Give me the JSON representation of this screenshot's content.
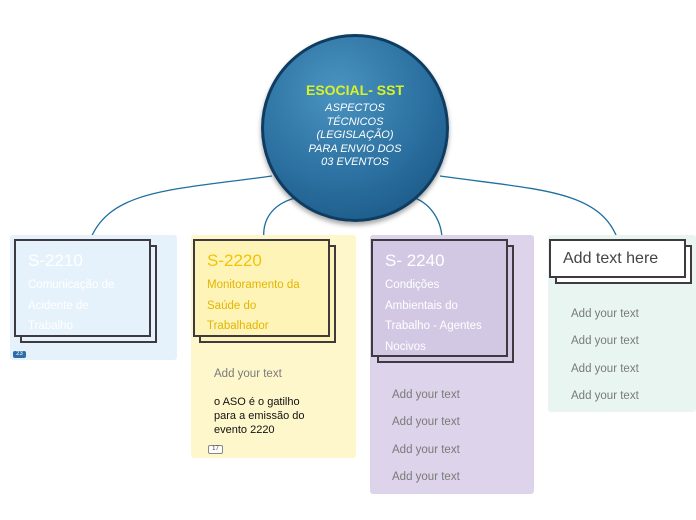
{
  "central": {
    "title": "ESOCIAL- SST",
    "subtitle_lines": [
      "ASPECTOS",
      "TÉCNICOS",
      "(LEGISLAÇÃO)",
      "PARA ENVIO DOS",
      "03 EVENTOS"
    ]
  },
  "branches": [
    {
      "code": "S-2210",
      "description_lines": [
        "Comunicação de",
        "Acidente de",
        "Trabalho"
      ],
      "badge": "23",
      "children": []
    },
    {
      "code": "S-2220",
      "description_lines": [
        "Monitoramento da",
        "Saúde do",
        "Trabalhador"
      ],
      "badge": "17",
      "children": [
        "Add your text"
      ],
      "note_lines": [
        "o ASO é o gatilho",
        "para a emissão do",
        "evento 2220"
      ]
    },
    {
      "code": "S- 2240",
      "description_lines": [
        "Condições",
        "Ambientais do",
        "Trabalho - Agentes",
        "Nocivos"
      ],
      "children": [
        "Add your text",
        "Add your text",
        "Add your text",
        "Add your text"
      ]
    },
    {
      "code": "Add text here",
      "description_lines": [],
      "children": [
        "Add your text",
        "Add your text",
        "Add your text",
        "Add your text"
      ]
    }
  ],
  "colors": {
    "circle_gradient_inner": "#4a93c0",
    "circle_gradient_outer": "#154f7c",
    "title_yellow": "#d8f22a",
    "zone_blue": "#e6f2fb",
    "zone_yellow": "#fff7cc",
    "zone_purple": "#ddd3ea",
    "zone_green": "#e8f5f0",
    "card_purple": "#d3c8e4",
    "connector": "#1e6fa0"
  }
}
